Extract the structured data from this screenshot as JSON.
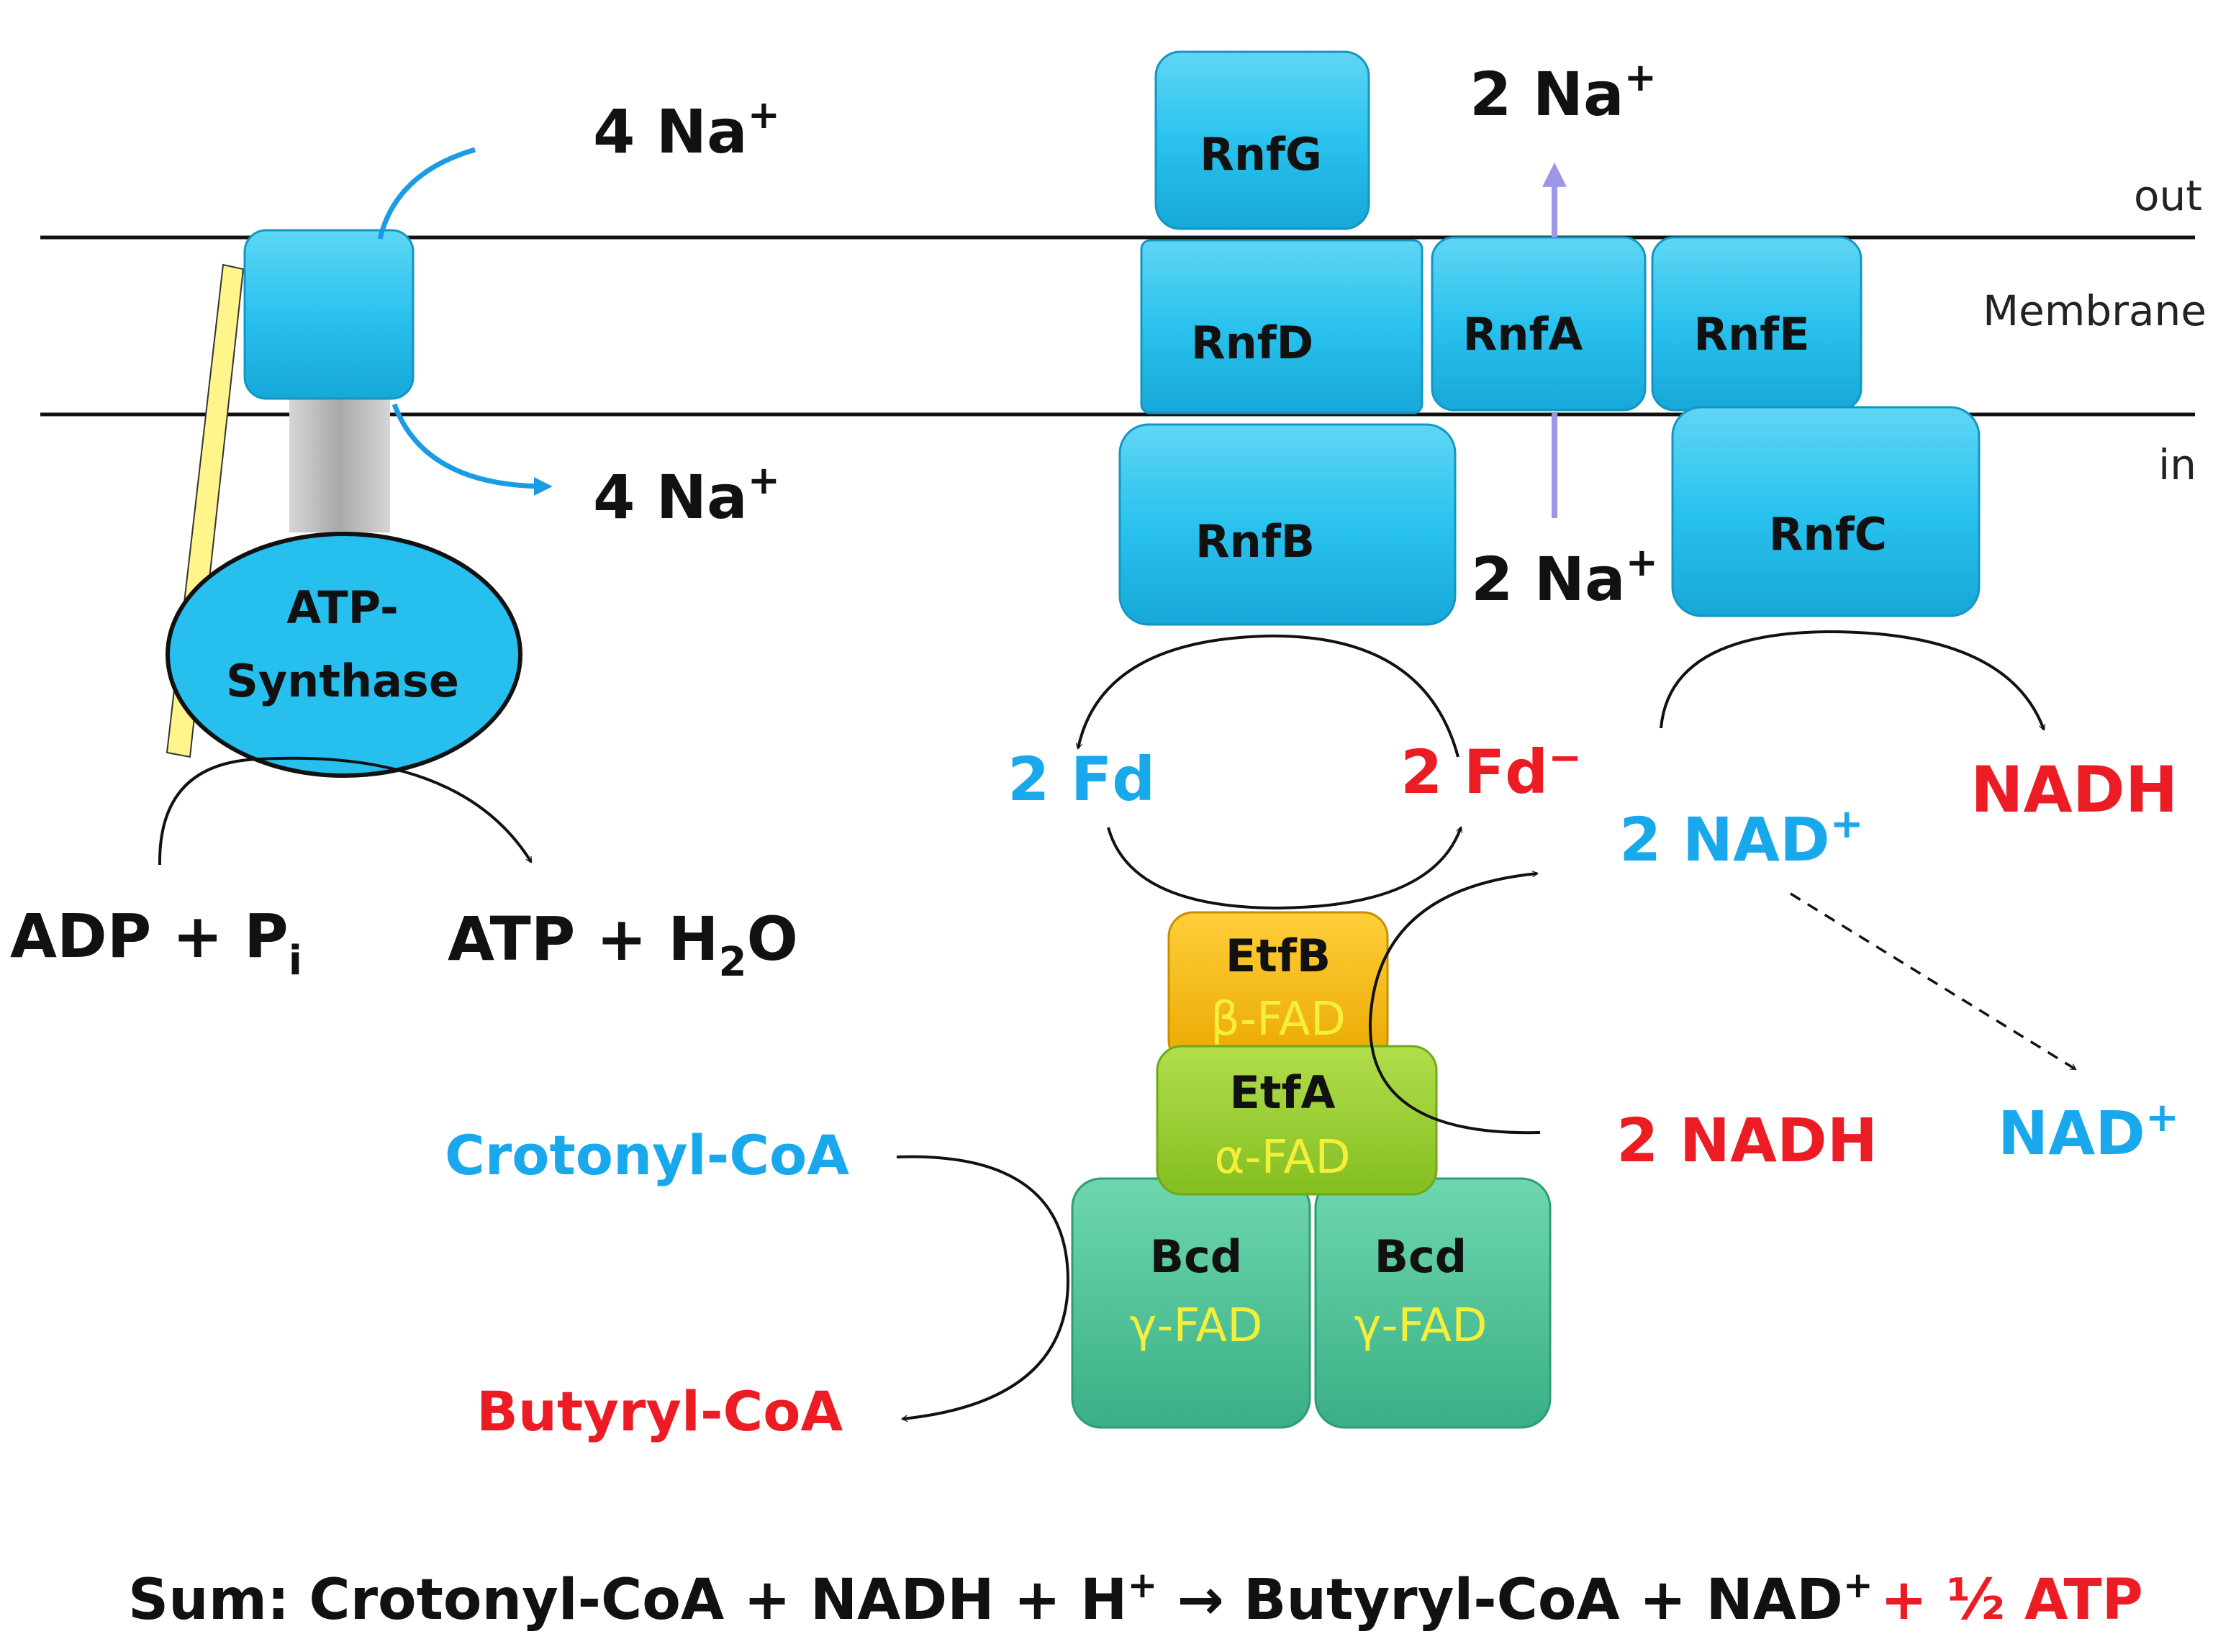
{
  "colors": {
    "protein_blue": "#29c3ee",
    "protein_blue_dark": "#16a6d6",
    "etfb": "#f2b705",
    "etfa": "#94cc2c",
    "bcd": "#4fc499",
    "fad_yellow": "#f4ef3a",
    "oxidized_blue": "#1aa8ec",
    "reduced_red": "#ec1c24",
    "na_arrow": "#9c96e8",
    "curve_blue": "#1b9be6",
    "anchor_yellow": "#fff58a",
    "stalk_gray": "#b4b4b4"
  },
  "compartments": {
    "out": "out",
    "membrane": "Membrane",
    "in": "in"
  },
  "atp_synthase": {
    "label_line1": "ATP-",
    "label_line2": "Synthase",
    "na_top": "4 Na",
    "na_bottom": "4 Na",
    "charge": "+",
    "substrate_main": "ADP + P",
    "substrate_sub": "i",
    "product_pre": "ATP + H",
    "product_sub": "2",
    "product_post": "O"
  },
  "rnf": {
    "G": "RnfG",
    "D": "RnfD",
    "A": "RnfA",
    "E": "RnfE",
    "B": "RnfB",
    "C": "RnfC",
    "na_out": "2 Na",
    "na_in": "2 Na",
    "charge": "+"
  },
  "electron_carriers": {
    "fd_ox": "2 Fd",
    "fd_red": "2 Fd",
    "fd_red_charge": "−",
    "nad_plus_2": "2 NAD",
    "nad_charge": "+",
    "nadh_product": "NADH",
    "nadh_2": "2 NADH",
    "nad_plus": "NAD"
  },
  "etf_bcd": {
    "etfb": "EtfB",
    "etfb_cof": "β-FAD",
    "etfa": "EtfA",
    "etfa_cof": "α-FAD",
    "bcd_left": "Bcd",
    "bcd_right": "Bcd",
    "bcd_cof": "γ-FAD",
    "crotonyl": "Crotonyl-CoA",
    "butyryl": "Butyryl-CoA"
  },
  "summary": {
    "prefix": "Sum: Crotonyl-CoA + NADH + H",
    "hplus": "+",
    "arrow": "→",
    "middle": "Butyryl-CoA + NAD",
    "nadplus": "+",
    "atp": "+ ½ ATP"
  }
}
